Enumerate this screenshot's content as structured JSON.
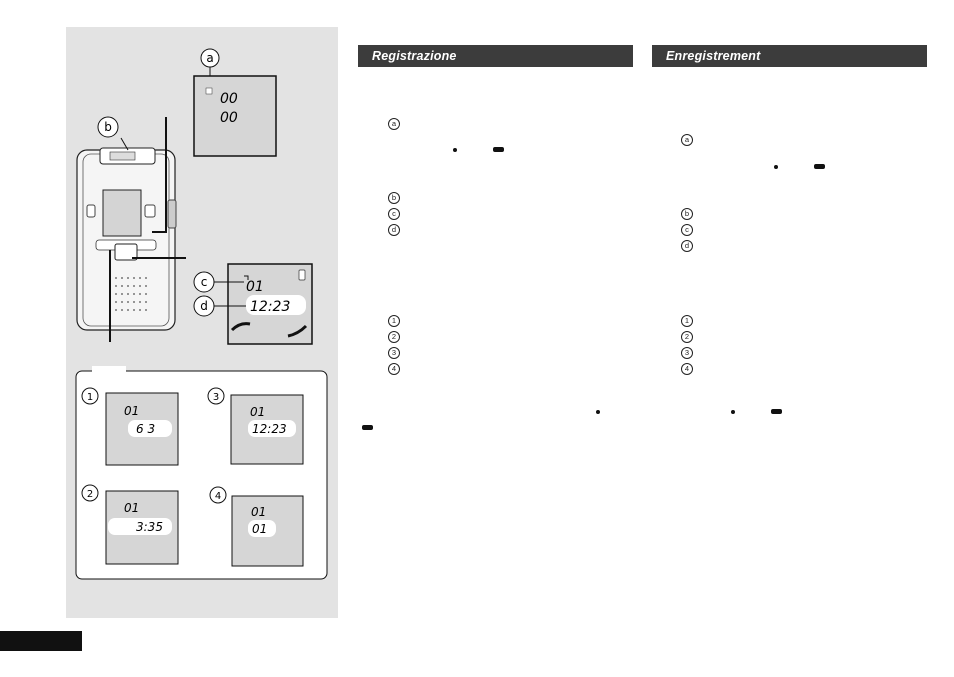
{
  "italian": {
    "heading": "Registrazione"
  },
  "french": {
    "heading": "Enregistrement"
  },
  "callouts": {
    "a": "a",
    "b": "b",
    "c": "c",
    "d": "d"
  },
  "steps": [
    "1",
    "2",
    "3",
    "4"
  ],
  "displays": {
    "a_top": "00",
    "a_bottom": "00",
    "main_track": "01",
    "main_time": "12:23",
    "step1_track": "01",
    "step1_value": "6 3",
    "step2_track": "01",
    "step2_value": "3:35",
    "step3_track": "01",
    "step3_value": "12:23",
    "step4_track": "01",
    "step4_value": "01"
  }
}
